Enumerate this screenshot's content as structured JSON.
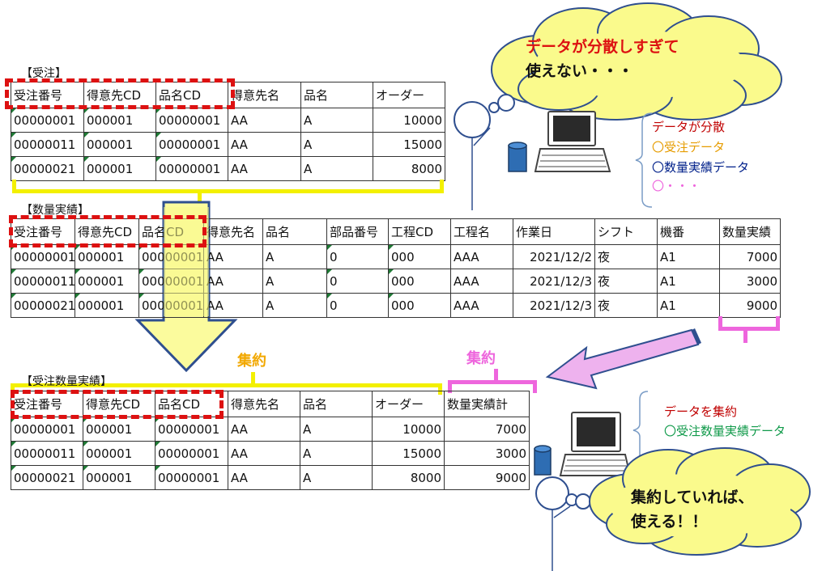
{
  "colors": {
    "red_box": "#dd1111",
    "yellow": "#f3f000",
    "pink": "#ee66dd",
    "cloud_fill": "#fafa8c",
    "arrow_blue": "#2f4f8f",
    "legend_red": "#c00000",
    "legend_orange": "#e69c00",
    "legend_navy": "#00208a",
    "legend_pink": "#ee66dd",
    "legend_green": "#109a4a"
  },
  "order_table": {
    "label": "【受注】",
    "headers": [
      "受注番号",
      "得意先CD",
      "品名CD",
      "得意先名",
      "品名",
      "オーダー"
    ],
    "rows": [
      [
        "00000001",
        "000001",
        "00000001",
        "AA",
        "A",
        "10000"
      ],
      [
        "00000011",
        "000001",
        "00000001",
        "AA",
        "A",
        "15000"
      ],
      [
        "00000021",
        "000001",
        "00000001",
        "AA",
        "A",
        "8000"
      ]
    ]
  },
  "production_table": {
    "label": "【数量実績】",
    "headers": [
      "受注番号",
      "得意先CD",
      "品名CD",
      "得意先名",
      "品名",
      "部品番号",
      "工程CD",
      "工程名",
      "作業日",
      "シフト",
      "機番",
      "数量実績"
    ],
    "rows": [
      [
        "00000001",
        "000001",
        "00000001",
        "AA",
        "A",
        "0",
        "000",
        "AAA",
        "2021/12/2",
        "夜",
        "A1",
        "7000"
      ],
      [
        "00000011",
        "000001",
        "00000001",
        "AA",
        "A",
        "0",
        "000",
        "AAA",
        "2021/12/3",
        "夜",
        "A1",
        "3000"
      ],
      [
        "00000021",
        "000001",
        "00000001",
        "AA",
        "A",
        "0",
        "000",
        "AAA",
        "2021/12/3",
        "夜",
        "A1",
        "9000"
      ]
    ]
  },
  "aggregate_table": {
    "label": "【受注数量実績】",
    "headers": [
      "受注番号",
      "得意先CD",
      "品名CD",
      "得意先名",
      "品名",
      "オーダー",
      "数量実績計"
    ],
    "rows": [
      [
        "00000001",
        "000001",
        "00000001",
        "AA",
        "A",
        "10000",
        "7000"
      ],
      [
        "00000011",
        "000001",
        "00000001",
        "AA",
        "A",
        "15000",
        "3000"
      ],
      [
        "00000021",
        "000001",
        "00000001",
        "AA",
        "A",
        "8000",
        "9000"
      ]
    ]
  },
  "tags": {
    "yellow": "集約",
    "pink": "集約"
  },
  "top_cloud": {
    "line1": "データが分散しすぎて",
    "line2": "使えない・・・"
  },
  "bottom_cloud": {
    "line1": "集約していれば、",
    "line2": "使える！！"
  },
  "top_legend": {
    "title": "データが分散",
    "item1": "〇受注データ",
    "item2": "〇数量実績データ",
    "item3": "〇・・・"
  },
  "bottom_legend": {
    "title": "データを集約",
    "item1": "〇受注数量実績データ"
  }
}
